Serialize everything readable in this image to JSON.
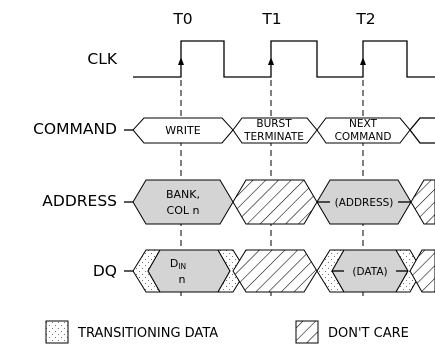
{
  "time_markers": [
    "T0",
    "T1",
    "T2"
  ],
  "signals": {
    "clk": "CLK",
    "command": "COMMAND",
    "address": "ADDRESS",
    "dq": "DQ"
  },
  "command_cells": {
    "write": "WRITE",
    "burst_line1": "BURST",
    "burst_line2": "TERMINATE",
    "next_line1": "NEXT",
    "next_line2": "COMMAND"
  },
  "address_cells": {
    "bank_line1": "BANK,",
    "bank_line2": "COL n",
    "address": "(ADDRESS)"
  },
  "dq_cells": {
    "din_main": "D",
    "din_sub": "IN",
    "din_line2": "n",
    "data": "(DATA)"
  },
  "legend": {
    "transitioning": "TRANSITIONING DATA",
    "dont_care": "DON'T CARE"
  }
}
